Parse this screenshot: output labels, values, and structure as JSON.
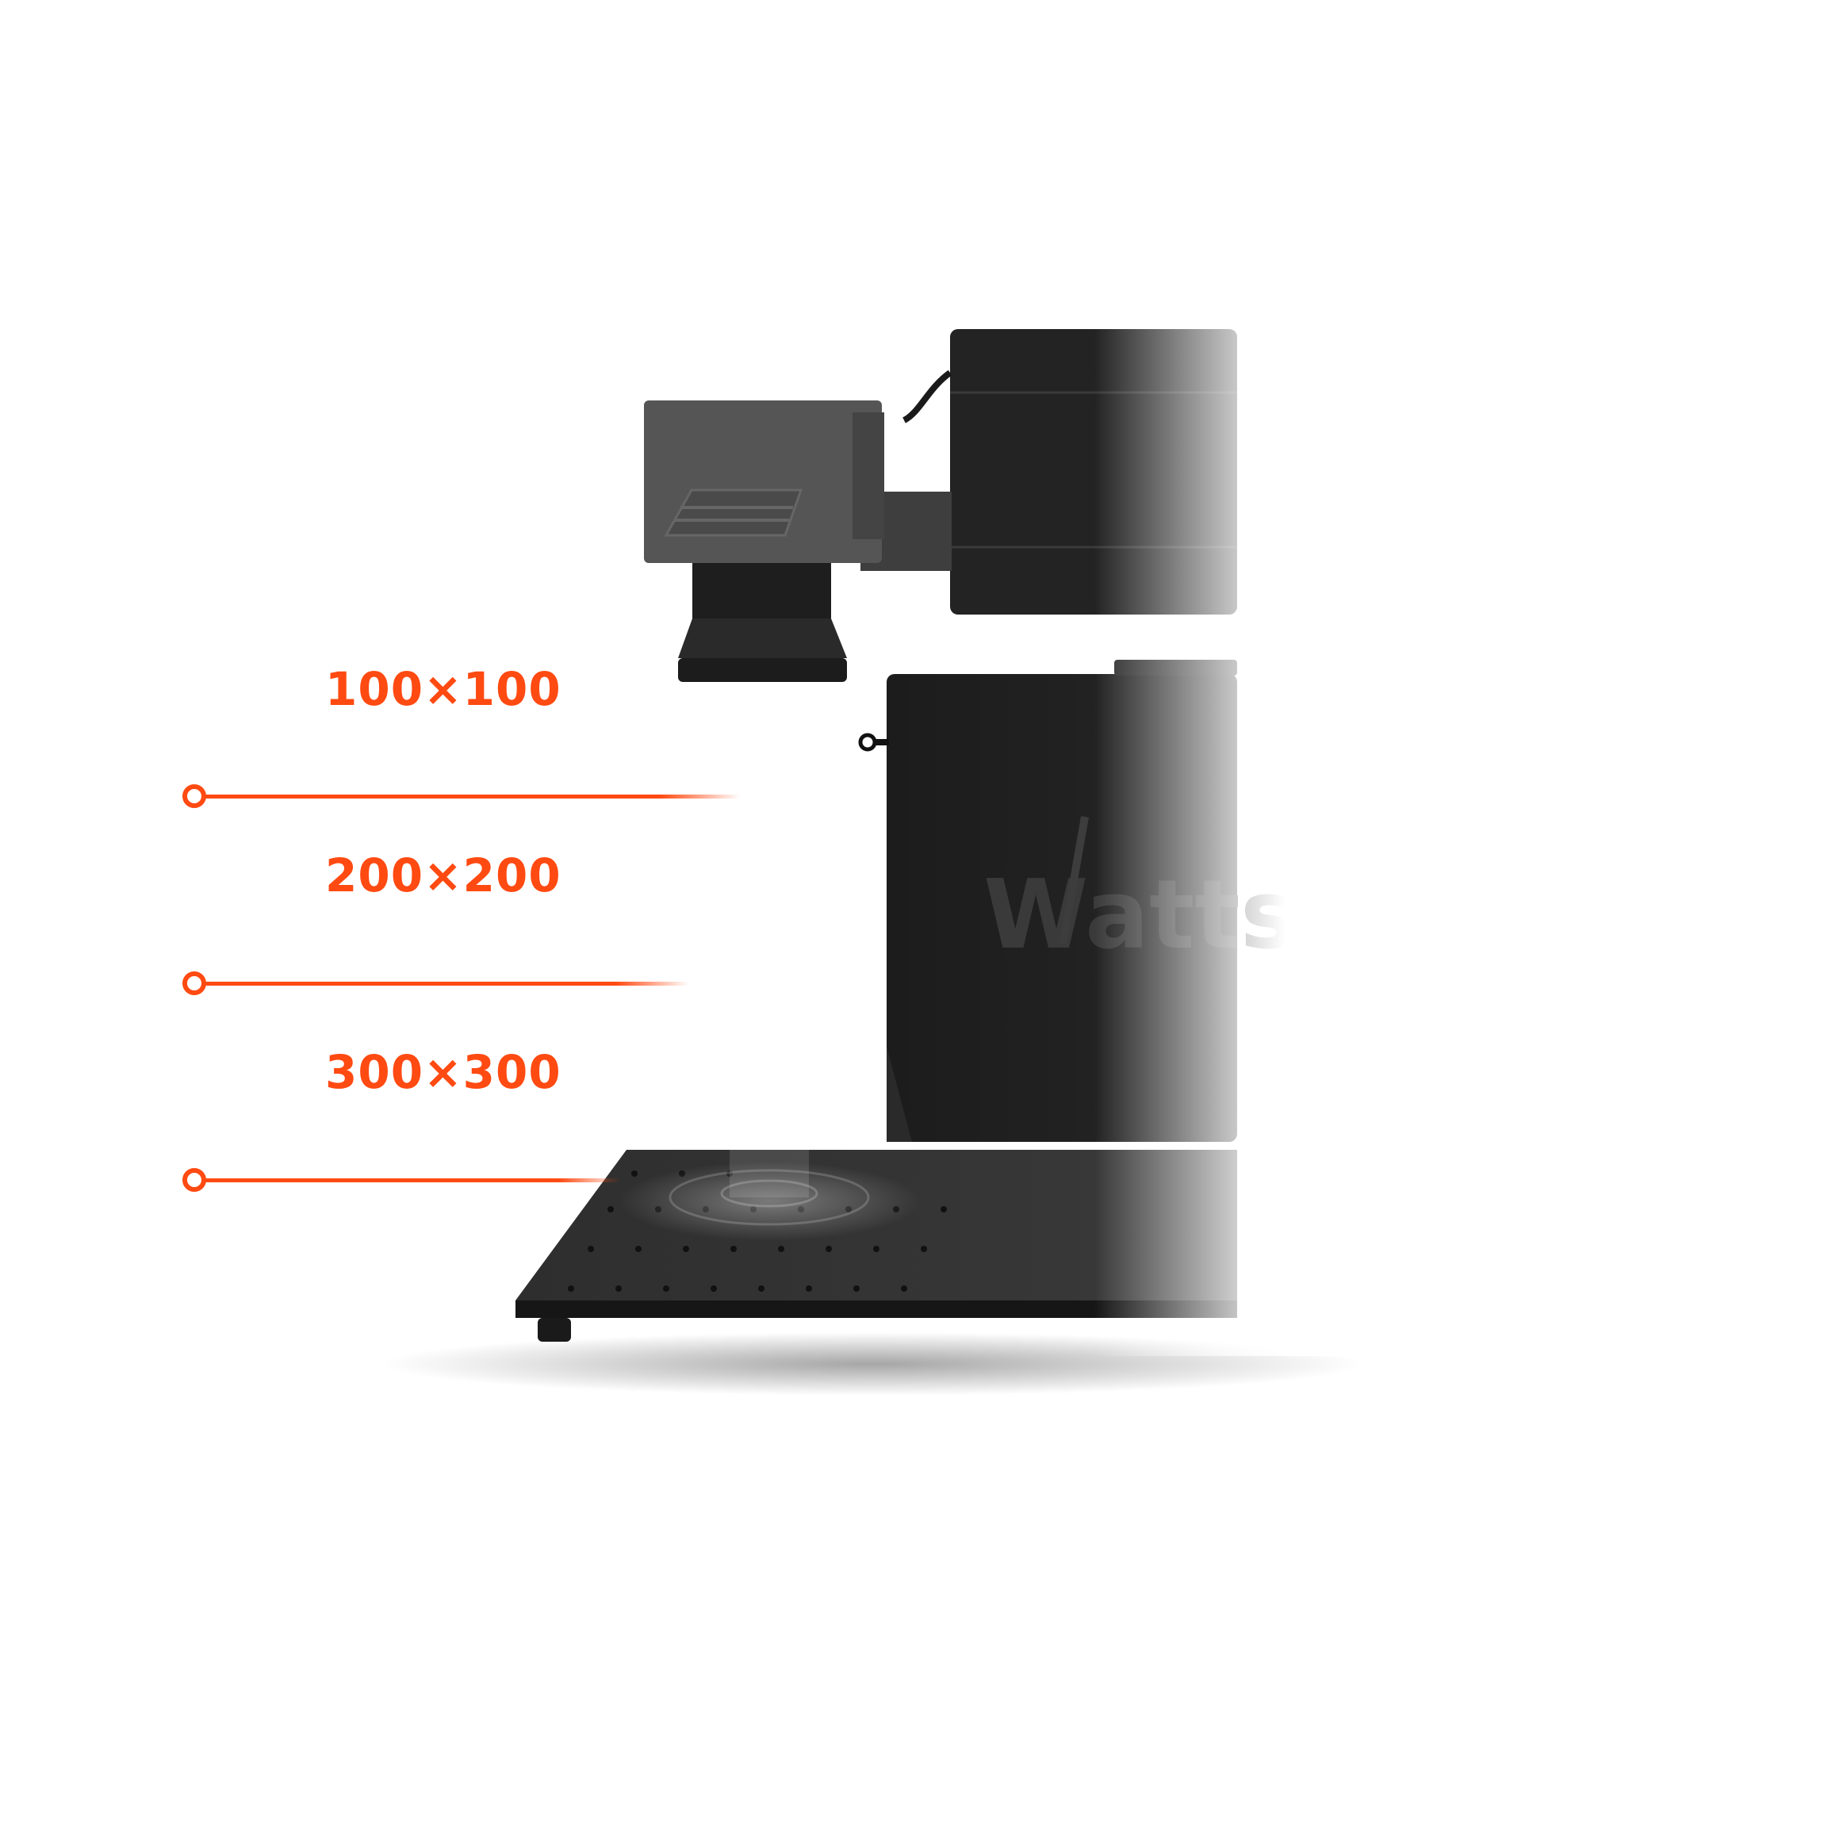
{
  "brand": {
    "logo_text": "Watts"
  },
  "accent_color": "#ff4a12",
  "field_sizes": [
    {
      "label": "100×100"
    },
    {
      "label": "200×200"
    },
    {
      "label": "300×300"
    }
  ],
  "icons": [
    "laser-head-icon",
    "lens-icon",
    "key-switch-icon"
  ]
}
